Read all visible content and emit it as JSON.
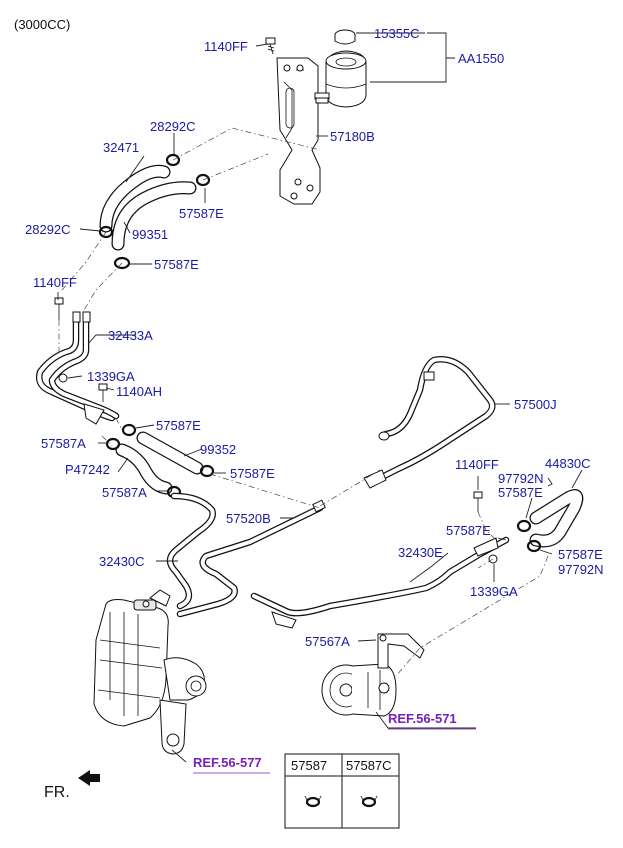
{
  "variant": "(3000CC)",
  "labels": {
    "l1140ff_top": "1140FF",
    "l15355c": "15355C",
    "laa1550": "AA1550",
    "l57180b": "57180B",
    "l28292c_top": "28292C",
    "l32471": "32471",
    "l57587e_1": "57587E",
    "l28292c_left": "28292C",
    "l99351": "99351",
    "l57587e_2": "57587E",
    "l1140ff_mid": "1140FF",
    "l32433a": "32433A",
    "l1339ga_left": "1339GA",
    "l1140ah": "1140AH",
    "l57500j": "57500J",
    "l57587e_3": "57587E",
    "l57587a_1": "57587A",
    "l99352": "99352",
    "lp47242": "P47242",
    "l57587e_4": "57587E",
    "l1140ff_right": "1140FF",
    "l97792n_1": "97792N",
    "l57587e_5": "57587E",
    "l44830c": "44830C",
    "l57587a_2": "57587A",
    "l57520b": "57520B",
    "l57587e_6": "57587E",
    "l32430c": "32430C",
    "l32430e": "32430E",
    "l57587e_7": "57587E",
    "l97792n_2": "97792N",
    "l1339ga_right": "1339GA",
    "l57567a": "57567A",
    "ref_pump": "REF.56-571",
    "ref_gear": "REF.56-577",
    "front": "FR."
  },
  "legend": {
    "col1": "57587",
    "col2": "57587C"
  },
  "colors": {
    "label": "#1a1aa6",
    "reference": "#7a1fb8",
    "line": "#111111"
  }
}
